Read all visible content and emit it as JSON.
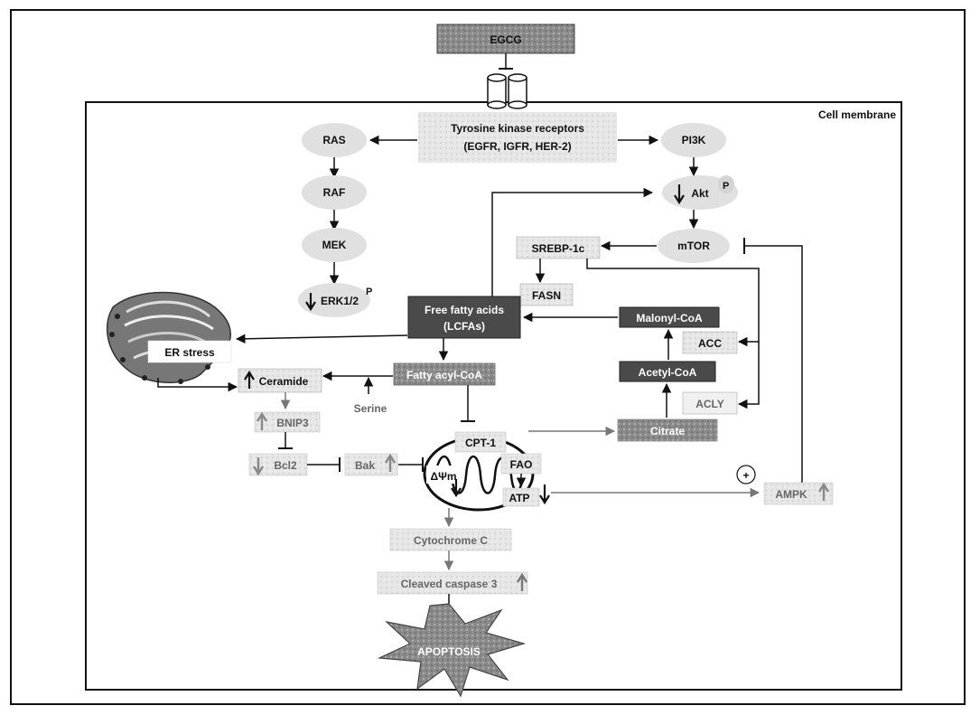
{
  "nodes": {
    "egcg": "EGCG",
    "receptors_line1": "Tyrosine kinase receptors",
    "receptors_line2": "(EGFR, IGFR, HER-2)",
    "cell_membrane": "Cell membrane",
    "ras": "RAS",
    "raf": "RAF",
    "mek": "MEK",
    "erk": "ERK1/2",
    "pi3k": "PI3K",
    "akt": "Akt",
    "mtor": "mTOR",
    "srebp": "SREBP-1c",
    "fasn": "FASN",
    "ffa_line1": "Free fatty acids",
    "ffa_line2": "(LCFAs)",
    "malonyl": "Malonyl-CoA",
    "acc": "ACC",
    "acetyl": "Acetyl-CoA",
    "acly": "ACLY",
    "citrate": "Citrate",
    "fatty_acyl": "Fatty acyl-CoA",
    "er_stress": "ER stress",
    "ceramide": "Ceramide",
    "serine": "Serine",
    "bnip3": "BNIP3",
    "bcl2": "Bcl2",
    "bak": "Bak",
    "cpt1": "CPT-1",
    "fao": "FAO",
    "atp": "ATP",
    "dpsi": "ΔΨm",
    "ampk": "AMPK",
    "plus": "+",
    "cytochrome": "Cytochrome C",
    "caspase": "Cleaved caspase 3",
    "apoptosis": "APOPTOSIS",
    "phospho": "P"
  },
  "colors": {
    "dark_box": "#3d3d3d",
    "mid_box": "#8a8a8a",
    "light_box": "#e4e4e4",
    "arrow": "#111111",
    "grey_arrow": "#777777"
  }
}
